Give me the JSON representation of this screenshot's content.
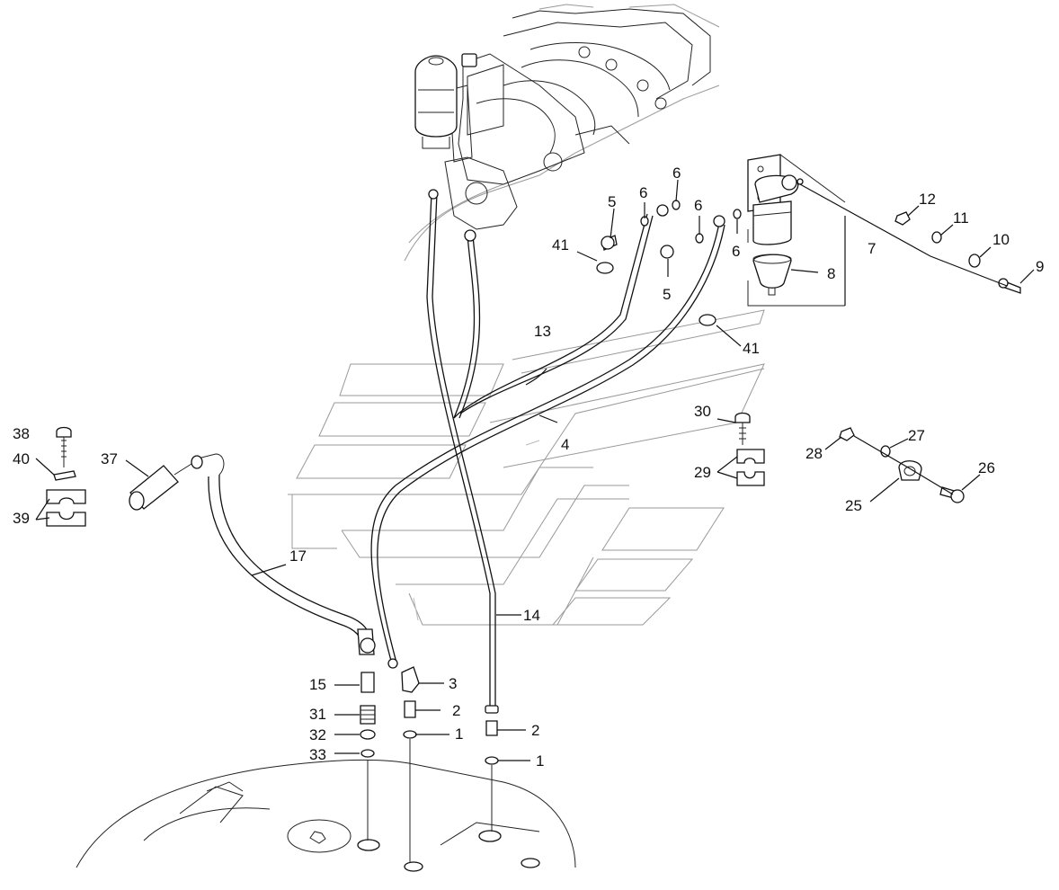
{
  "callouts": [
    {
      "id": "c1a",
      "text": "1"
    },
    {
      "id": "c1b",
      "text": "1"
    },
    {
      "id": "c2a",
      "text": "2"
    },
    {
      "id": "c2b",
      "text": "2"
    },
    {
      "id": "c3",
      "text": "3"
    },
    {
      "id": "c4",
      "text": "4"
    },
    {
      "id": "c5a",
      "text": "5"
    },
    {
      "id": "c5b",
      "text": "5"
    },
    {
      "id": "c6a",
      "text": "6"
    },
    {
      "id": "c6b",
      "text": "6"
    },
    {
      "id": "c6c",
      "text": "6"
    },
    {
      "id": "c6d",
      "text": "6"
    },
    {
      "id": "c7",
      "text": "7"
    },
    {
      "id": "c8",
      "text": "8"
    },
    {
      "id": "c9",
      "text": "9"
    },
    {
      "id": "c10",
      "text": "10"
    },
    {
      "id": "c11",
      "text": "11"
    },
    {
      "id": "c12",
      "text": "12"
    },
    {
      "id": "c13",
      "text": "13"
    },
    {
      "id": "c14",
      "text": "14"
    },
    {
      "id": "c15",
      "text": "15"
    },
    {
      "id": "c17",
      "text": "17"
    },
    {
      "id": "c25",
      "text": "25"
    },
    {
      "id": "c26",
      "text": "26"
    },
    {
      "id": "c27",
      "text": "27"
    },
    {
      "id": "c28",
      "text": "28"
    },
    {
      "id": "c29",
      "text": "29"
    },
    {
      "id": "c30",
      "text": "30"
    },
    {
      "id": "c31",
      "text": "31"
    },
    {
      "id": "c32",
      "text": "32"
    },
    {
      "id": "c33",
      "text": "33"
    },
    {
      "id": "c37",
      "text": "37"
    },
    {
      "id": "c38",
      "text": "38"
    },
    {
      "id": "c39",
      "text": "39"
    },
    {
      "id": "c40",
      "text": "40"
    },
    {
      "id": "c41a",
      "text": "41"
    },
    {
      "id": "c41b",
      "text": "41"
    }
  ]
}
